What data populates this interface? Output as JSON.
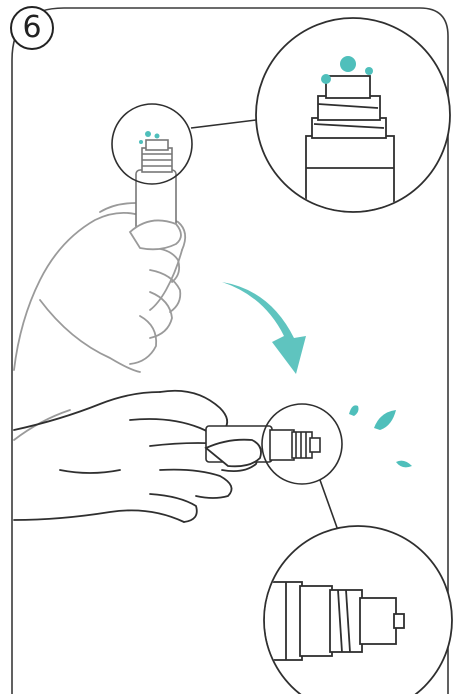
{
  "step": {
    "number": "6"
  },
  "colors": {
    "line": "#2f2f2f",
    "hand": "#9a9a9a",
    "accent": "#4fbfbb",
    "background": "#ffffff"
  },
  "illustration": {
    "top_panel": {
      "content": "upright-pen-with-droplets",
      "magnifier": "cap-tip-with-three-droplets"
    },
    "arrow": {
      "direction": "down-right",
      "icon": "curved-arrow"
    },
    "bottom_panel": {
      "content": "pen-held-horizontally",
      "magnifier": "needle-tip-detail",
      "drops": 3
    }
  }
}
